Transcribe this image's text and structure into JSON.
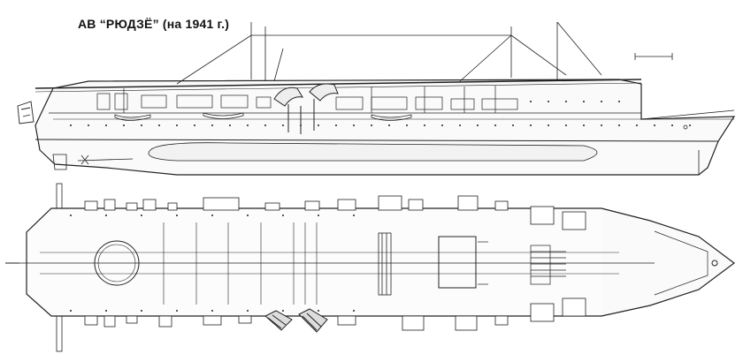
{
  "caption": "АВ “РЮДЗЁ” (на 1941 г.)",
  "colors": {
    "ink": "#222222",
    "paper": "#ffffff",
    "hull_shade": "#f2f2f2"
  },
  "views": [
    "side-profile",
    "plan-view"
  ]
}
